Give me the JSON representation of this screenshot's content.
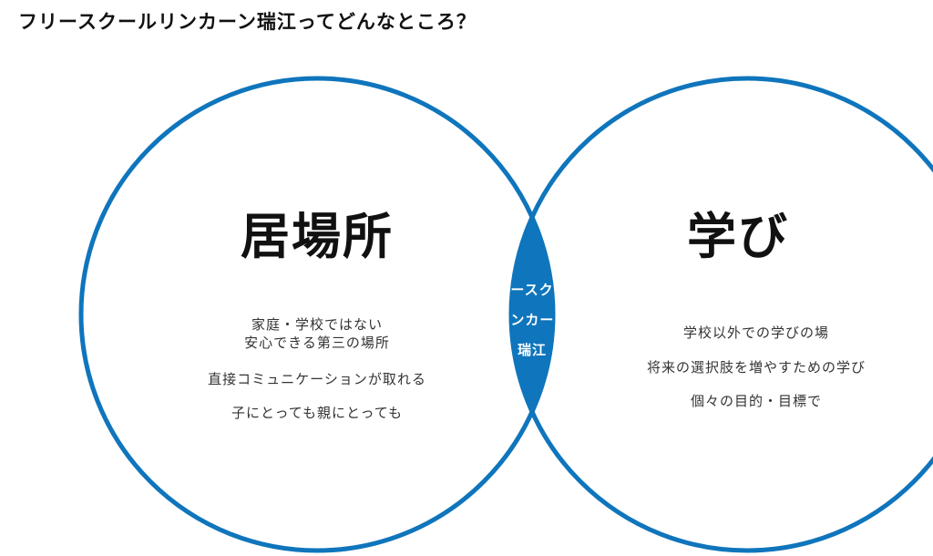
{
  "title": "フリースクールリンカーン瑞江ってどんなところ？",
  "colors": {
    "circle_stroke": "#0f75bc",
    "intersection_fill": "#0f75bc",
    "text": "#111111"
  },
  "left": {
    "heading": "居場所",
    "points": [
      "家庭・学校ではない",
      "安心できる第三の場所",
      "直接コミュニケーションが取れる",
      "子にとっても親にとっても"
    ]
  },
  "center": {
    "lines": [
      "フリースクール",
      "リンカーン",
      "瑞江"
    ]
  },
  "right": {
    "heading": "学び",
    "points": [
      "学校以外での学びの場",
      "将来の選択肢を増やすための学び",
      "個々の目的・目標で"
    ]
  }
}
